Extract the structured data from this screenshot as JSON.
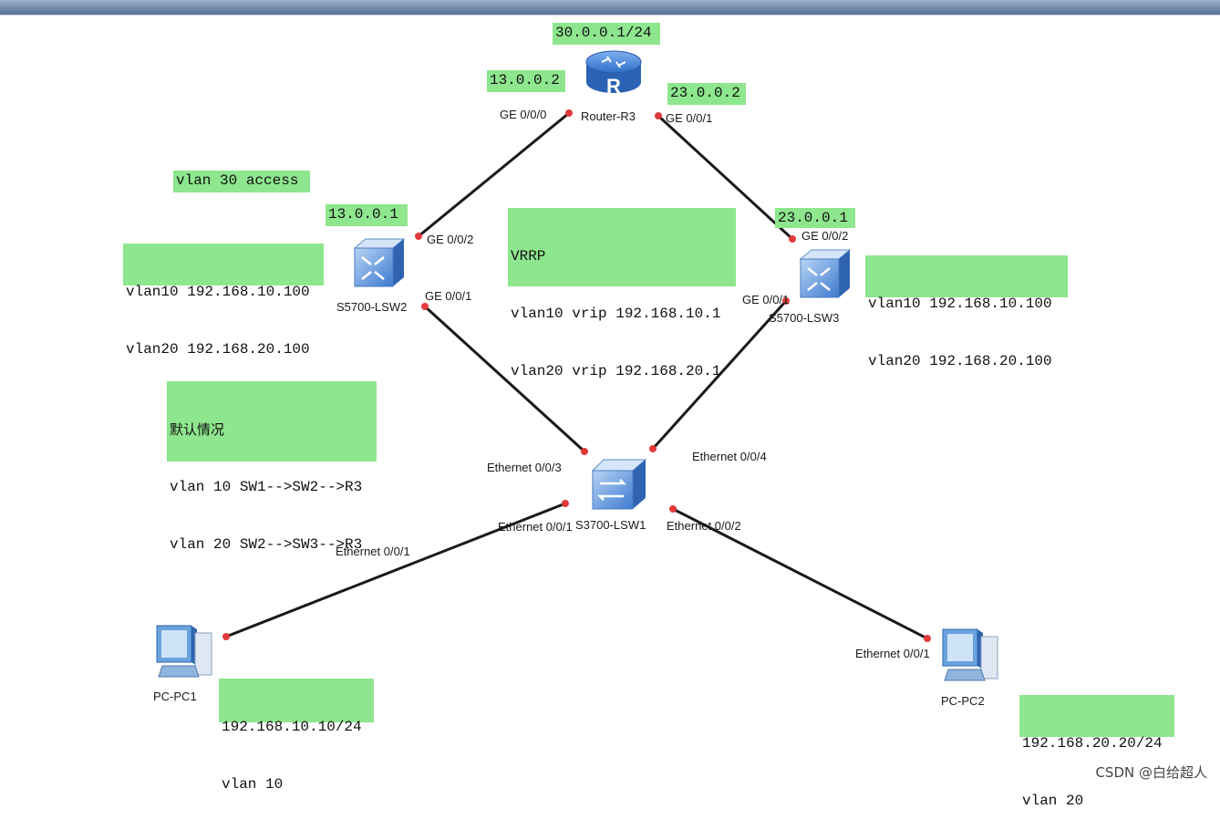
{
  "colors": {
    "note_bg": "#8ee68e",
    "link_line": "#1a1a1a",
    "port_dot": "#e23a3a",
    "device_blue": "#4a86d8"
  },
  "devices": {
    "router": {
      "name": "Router-R3",
      "icon": "router-icon"
    },
    "lsw2": {
      "name": "S5700-LSW2",
      "icon": "l3-switch-icon"
    },
    "lsw3": {
      "name": "S5700-LSW3",
      "icon": "l3-switch-icon"
    },
    "lsw1": {
      "name": "S3700-LSW1",
      "icon": "l2-switch-icon"
    },
    "pc1": {
      "name": "PC-PC1",
      "icon": "pc-icon"
    },
    "pc2": {
      "name": "PC-PC2",
      "icon": "pc-icon"
    }
  },
  "ports": {
    "r3_ge000": "GE 0/0/0",
    "r3_ge001": "GE 0/0/1",
    "lsw2_ge002": "GE 0/0/2",
    "lsw2_ge001": "GE 0/0/1",
    "lsw3_ge002": "GE 0/0/2",
    "lsw3_ge001": "GE 0/0/1",
    "lsw1_eth3": "Ethernet 0/0/3",
    "lsw1_eth4": "Ethernet 0/0/4",
    "lsw1_eth1": "Ethernet 0/0/1",
    "lsw1_eth2": "Ethernet 0/0/2",
    "pc1_eth1": "Ethernet 0/0/1",
    "pc2_eth1": "Ethernet 0/0/1"
  },
  "notes": {
    "r3_loopback": "30.0.0.1/24",
    "r3_ge000_ip": "13.0.0.2",
    "r3_ge001_ip": "23.0.0.2",
    "vlan30": "vlan 30 access",
    "lsw2_ip": "13.0.0.1",
    "lsw2_vlans": [
      "vlan10 192.168.10.100",
      "vlan20 192.168.20.100"
    ],
    "vrrp": [
      "VRRP",
      "vlan10 vrip 192.168.10.1",
      "vlan20 vrip 192.168.20.1"
    ],
    "lsw3_ip": "23.0.0.1",
    "lsw3_vlans": [
      "vlan10 192.168.10.100",
      "vlan20 192.168.20.100"
    ],
    "default": [
      "默认情况",
      "vlan 10 SW1-->SW2-->R3",
      "vlan 20 SW2-->SW3-->R3"
    ],
    "pc1": [
      "192.168.10.10/24",
      "vlan 10"
    ],
    "pc2": [
      "192.168.20.20/24",
      "vlan 20"
    ]
  },
  "watermark": "CSDN @白给超人"
}
